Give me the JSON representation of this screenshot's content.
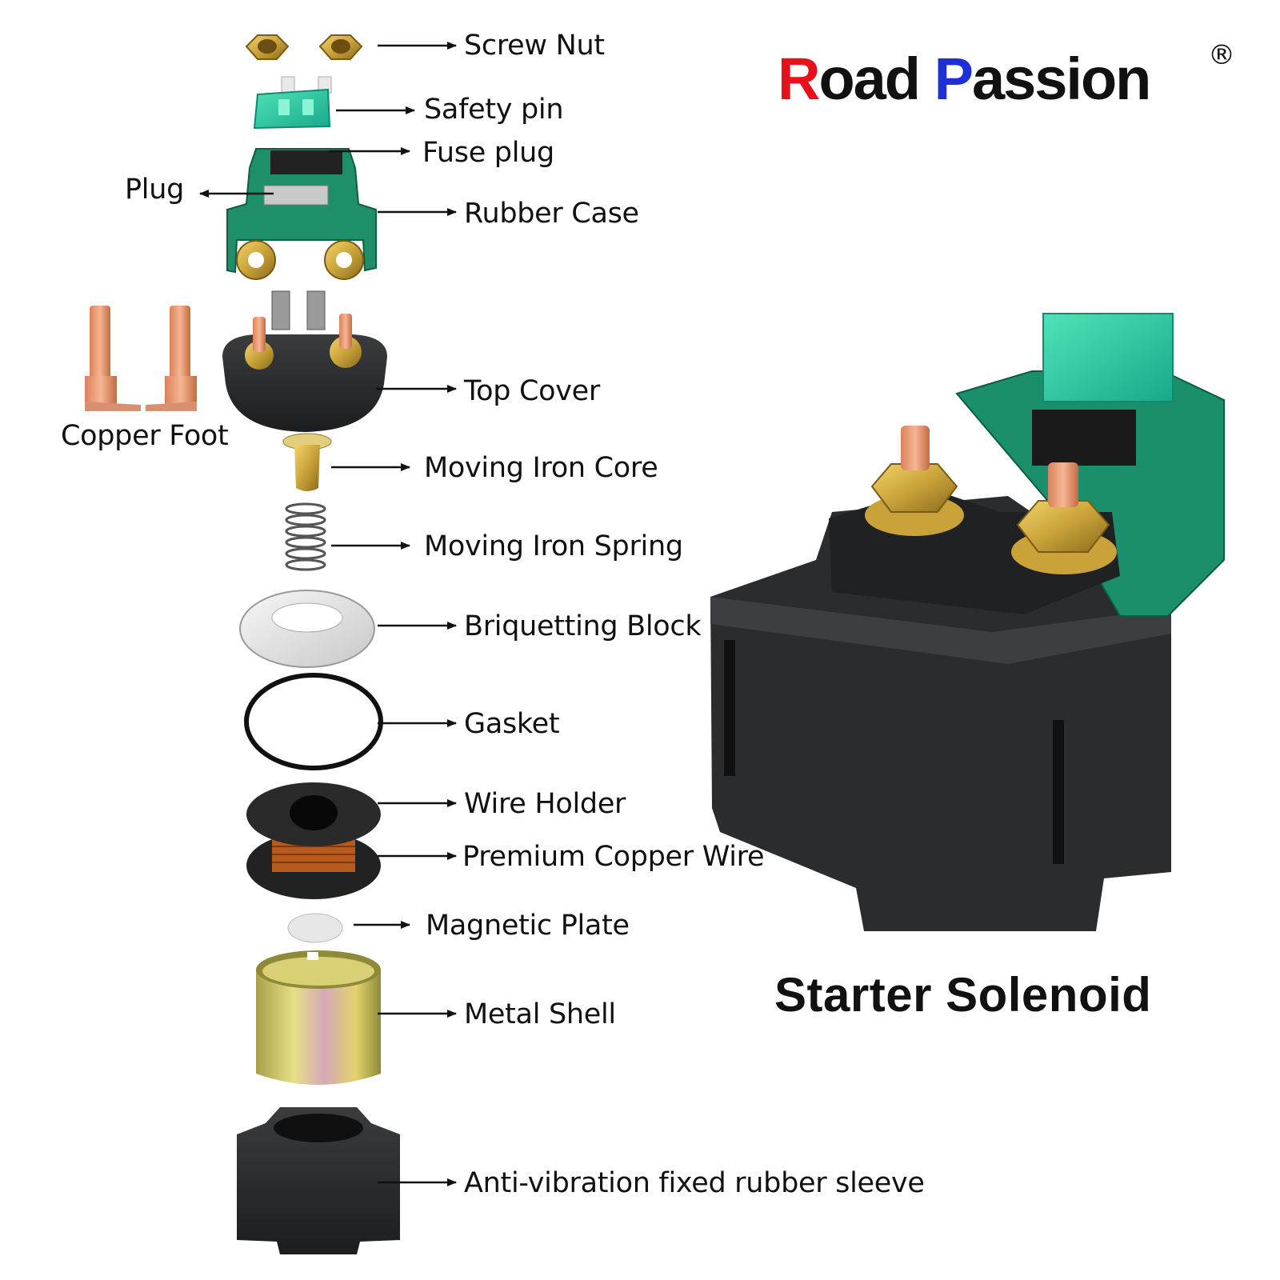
{
  "brand": {
    "first_initial": "R",
    "first_rest": "oad ",
    "second_initial": "P",
    "second_rest": "assion",
    "registered_mark": "®",
    "colors": {
      "red": "#e8101a",
      "blue": "#1f2fd8",
      "text": "#111111"
    }
  },
  "product_title": "Starter Solenoid",
  "part_labels": {
    "screw_nut": "Screw Nut",
    "safety_pin": "Safety pin",
    "fuse_plug": "Fuse plug",
    "plug": "Plug",
    "rubber_case": "Rubber Case",
    "top_cover": "Top Cover",
    "copper_foot": "Copper Foot",
    "moving_iron_core": "Moving Iron Core",
    "moving_iron_spring": "Moving Iron Spring",
    "briquetting_block": "Briquetting Block",
    "gasket": "Gasket",
    "wire_holder": "Wire Holder",
    "premium_copper_wire": "Premium Copper Wire",
    "magnetic_plate": "Magnetic Plate",
    "metal_shell": "Metal Shell",
    "rubber_sleeve": "Anti-vibration fixed rubber sleeve"
  }
}
